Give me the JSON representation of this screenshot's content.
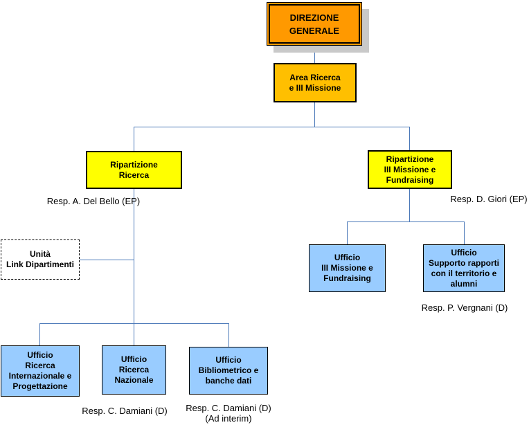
{
  "org": {
    "root": {
      "label": "DIREZIONE\nGENERALE"
    },
    "area": {
      "label": "Area Ricerca\ne III Missione"
    },
    "rip_ricerca": {
      "label": "Ripartizione\nRicerca",
      "resp": "Resp. A. Del Bello (EP)"
    },
    "rip_missione": {
      "label": "Ripartizione\nIII Missione e\nFundraising",
      "resp": "Resp. D. Giori (EP)"
    },
    "unita_link": {
      "label": "Unità\nLink Dipartimenti"
    },
    "uff_int": {
      "label": "Ufficio\nRicerca\nInternazionale e\nProgettazione"
    },
    "uff_naz": {
      "label": "Ufficio\nRicerca\nNazionale",
      "resp": "Resp. C. Damiani (D)"
    },
    "uff_biblio": {
      "label": "Ufficio\nBibliometrico e\nbanche dati",
      "resp": "Resp. C. Damiani (D)\n(Ad interim)"
    },
    "uff_missione": {
      "label": "Ufficio\nIII Missione e\nFundraising"
    },
    "uff_supporto": {
      "label": "Ufficio\nSupporto rapporti\ncon il territorio e\nalumni",
      "resp": "Resp. P. Vergnani (D)"
    }
  },
  "colors": {
    "root_fill": "#FF9900",
    "area_fill": "#FFBF00",
    "ripartizione_fill": "#FFFF00",
    "ufficio_fill": "#99CCFF",
    "connector_line": "#4A78B8",
    "root_shadow": "#C9C9C9",
    "border": "#000000",
    "background": "#FFFFFF"
  }
}
